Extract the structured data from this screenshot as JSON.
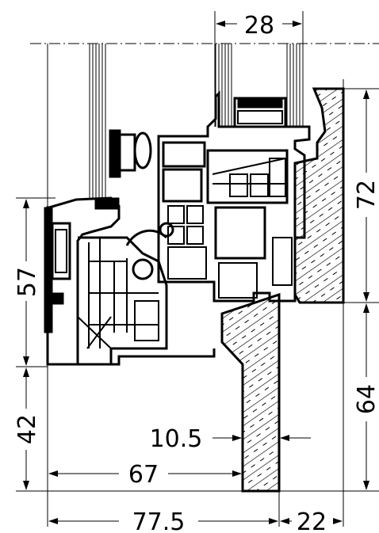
{
  "dimensions": {
    "glass_width": "28",
    "frame_height": "72",
    "sash_height": "57",
    "sill_height": "64",
    "lower_height": "42",
    "offset": "10.5",
    "depth_67": "67",
    "overall_width": "77.5",
    "cover_width": "22"
  },
  "colors": {
    "line": "#000000",
    "background": "#ffffff"
  }
}
